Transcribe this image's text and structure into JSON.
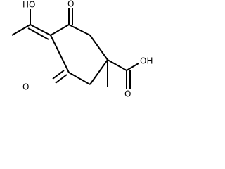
{
  "atom_labels": {
    "hydroxyl_enol": "HO",
    "ketone_oxygen_top": "O",
    "ketone_oxygen_bottom": "O",
    "acid_hydroxyl": "OH",
    "acid_carbonyl_oxygen": "O"
  }
}
